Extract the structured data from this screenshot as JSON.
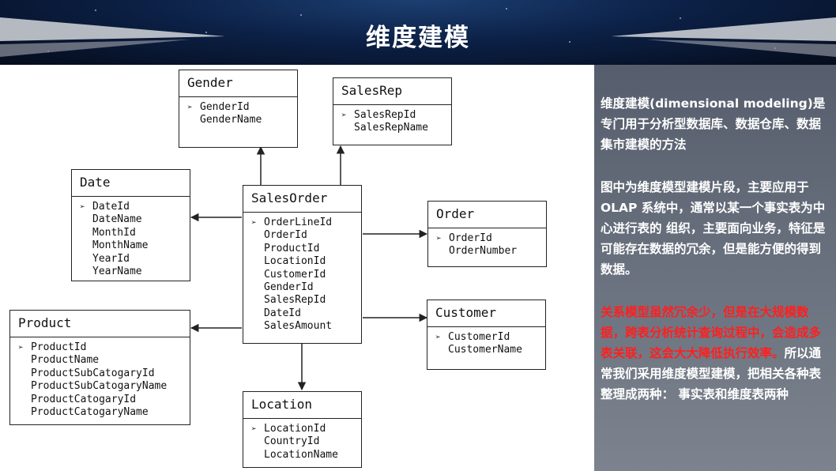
{
  "header": {
    "title": "维度建模"
  },
  "entities": [
    {
      "name": "Gender",
      "fields": [
        "GenderId",
        "GenderName"
      ]
    },
    {
      "name": "SalesRep",
      "fields": [
        "SalesRepId",
        "SalesRepName"
      ]
    },
    {
      "name": "Date",
      "fields": [
        "DateId",
        "DateName",
        "MonthId",
        "MonthName",
        "YearId",
        "YearName"
      ]
    },
    {
      "name": "SalesOrder",
      "fields": [
        "OrderLineId",
        "OrderId",
        "ProductId",
        "LocationId",
        "CustomerId",
        "GenderId",
        "SalesRepId",
        "DateId",
        "SalesAmount"
      ]
    },
    {
      "name": "Order",
      "fields": [
        "OrderId",
        "OrderNumber"
      ]
    },
    {
      "name": "Product",
      "fields": [
        "ProductId",
        "ProductName",
        "ProductSubCatogaryId",
        "ProductSubCatogaryName",
        "ProductCatogaryId",
        "ProductCatogaryName"
      ]
    },
    {
      "name": "Customer",
      "fields": [
        "CustomerId",
        "CustomerName"
      ]
    },
    {
      "name": "Location",
      "fields": [
        "LocationId",
        "CountryId",
        "LocationName"
      ]
    }
  ],
  "side_panel": {
    "para1": "维度建模(dimensional modeling)是专门用于分析型数据库、数据仓库、数据集市建模的方法",
    "para2": "图中为维度模型建模片段，主要应用于 OLAP 系统中，通常以某一个事实表为中心进行表的 组织，主要面向业务，特征是可能存在数据的冗余，但是能方便的得到数据。",
    "para3_red": "关系模型虽然冗余少，但是在大规模数据，跨表分析统计查询过程中，会造成多表关联，这会大大降低执行效率。",
    "para3_white": "所以通常我们采用维度模型建模，把相关各种表整理成两种： 事实表和维度表两种"
  },
  "colors": {
    "header_bg": "#0c2147",
    "side_bg": "#626a77",
    "highlight_red": "#ff1f1f",
    "line": "#222222"
  },
  "icons": {
    "key_marker": "arrowhead-key-icon"
  }
}
